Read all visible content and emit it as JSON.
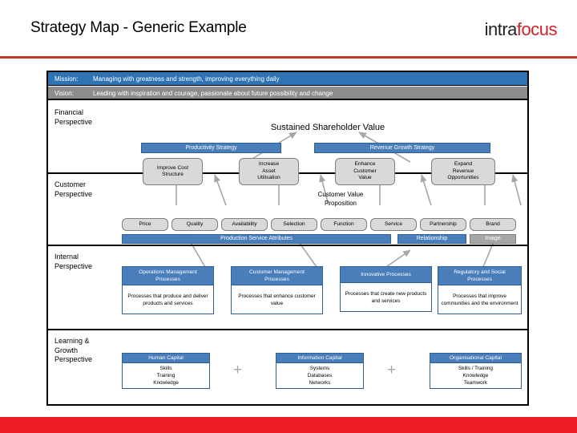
{
  "header": {
    "title": "Strategy Map - Generic Example",
    "logo_intra": "intra",
    "logo_focus": "focus",
    "rule_color": "#c0392b",
    "footer_color": "#ec1c24"
  },
  "colors": {
    "blue": "#4a7ebb",
    "blue_border": "#2e5f96",
    "grey_node": "#d9d9d9",
    "grey_bar": "#a6a6a6",
    "mission_bar": "#2e74b5",
    "vision_bar": "#8c8c8c"
  },
  "statements": {
    "mission_label": "Mission:",
    "mission_text": "Managing with greatness and strength, improving everything daily",
    "vision_label": "Vision:",
    "vision_text": "Leading with inspiration and courage, passionate about future possibility and change"
  },
  "financial": {
    "label": "Financial\nPerspective",
    "label_line1": "Financial",
    "label_line2": "Perspective",
    "headline": "Sustained Shareholder Value",
    "strategies": [
      {
        "name": "Productivity Strategy"
      },
      {
        "name": "Revenue Growth Strategy"
      }
    ],
    "objectives": [
      {
        "label": "Improve Cost\nStructure",
        "line1": "Improve Cost",
        "line2": "Structure",
        "line3": ""
      },
      {
        "label": "Increase\nAsset\nUtilisation",
        "line1": "Increase",
        "line2": "Asset",
        "line3": "Utilisation"
      },
      {
        "label": "Enhance\nCustomer\nValue",
        "line1": "Enhance",
        "line2": "Customer",
        "line3": "Value"
      },
      {
        "label": "Expand\nRevenue\nOpportunities",
        "line1": "Expand",
        "line2": "Revenue",
        "line3": "Opportunities"
      }
    ]
  },
  "customer": {
    "label_line1": "Customer",
    "label_line2": "Perspective",
    "headline_line1": "Customer Value",
    "headline_line2": "Proposition",
    "attributes": [
      {
        "label": "Price"
      },
      {
        "label": "Quality"
      },
      {
        "label": "Availability"
      },
      {
        "label": "Selection"
      },
      {
        "label": "Function"
      },
      {
        "label": "Service"
      },
      {
        "label": "Partnership"
      },
      {
        "label": "Brand"
      }
    ],
    "groups": [
      {
        "label": "Production Service Attributes",
        "style": "blue"
      },
      {
        "label": "Relationship",
        "style": "blue"
      },
      {
        "label": "Image",
        "style": "grey"
      }
    ]
  },
  "internal": {
    "label_line1": "Internal",
    "label_line2": "Perspective",
    "cards": [
      {
        "head_line1": "Operations Management",
        "head_line2": "Processes",
        "body": "Processes that produce and deliver products and services"
      },
      {
        "head_line1": "Customer Management",
        "head_line2": "Processes",
        "body": "Processes that enhance customer value"
      },
      {
        "head_line1": "Innovative Processes",
        "head_line2": "",
        "body": "Processes that create new products and services"
      },
      {
        "head_line1": "Regulatory and Social",
        "head_line2": "Processes",
        "body": "Processes that improve communities and the environment"
      }
    ]
  },
  "learning": {
    "label_line1": "Learning &",
    "label_line2": "Growth",
    "label_line3": "Perspective",
    "plus_symbol": "+",
    "cards": [
      {
        "head": "Human Capital",
        "body_line1": "Skills",
        "body_line2": "Training",
        "body_line3": "Knowledge"
      },
      {
        "head": "Information Capital",
        "body_line1": "Systems",
        "body_line2": "Databases",
        "body_line3": "Networks"
      },
      {
        "head": "Organisational Capital",
        "body_line1": "Skills / Training",
        "body_line2": "Knowledge",
        "body_line3": "Teamwork"
      }
    ]
  }
}
